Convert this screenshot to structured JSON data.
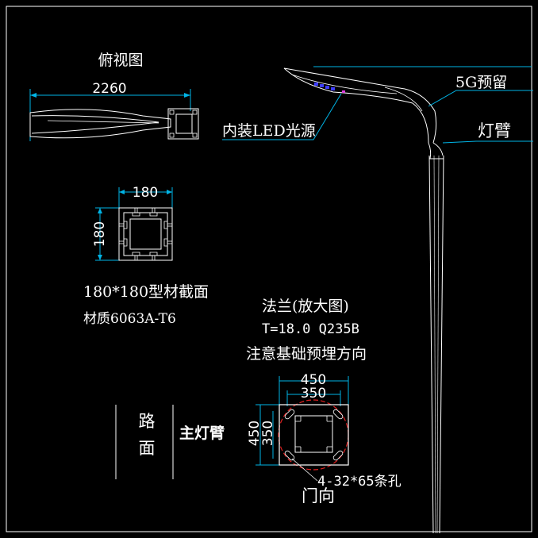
{
  "colors": {
    "background": "#000000",
    "line": "#ffffff",
    "dimension": "#00b4e6",
    "annotation_red": "#ff2020",
    "led_blue": "#3c3cff",
    "flange_red": "#e02020"
  },
  "top_view": {
    "title": "俯视图",
    "length_dim": "2260"
  },
  "section": {
    "width_dim": "180",
    "height_dim": "180",
    "caption_line1": "180*180型材截面",
    "caption_line2": "材质6063A-T6"
  },
  "flange": {
    "title": "法兰(放大图)",
    "spec": "T=18.0 Q235B",
    "note": "注意基础预埋方向",
    "outer_width_dim": "450",
    "inner_width_dim": "350",
    "outer_height_dim": "450",
    "inner_height_dim": "350",
    "holes_label": "4-32*65条孔",
    "door_label": "门向"
  },
  "road_label": {
    "char1": "路",
    "char2": "面",
    "main_arm": "主灯臂"
  },
  "pole": {
    "led_label": "内装LED光源",
    "5g_label": "5G预留",
    "arm_label": "灯臂"
  }
}
